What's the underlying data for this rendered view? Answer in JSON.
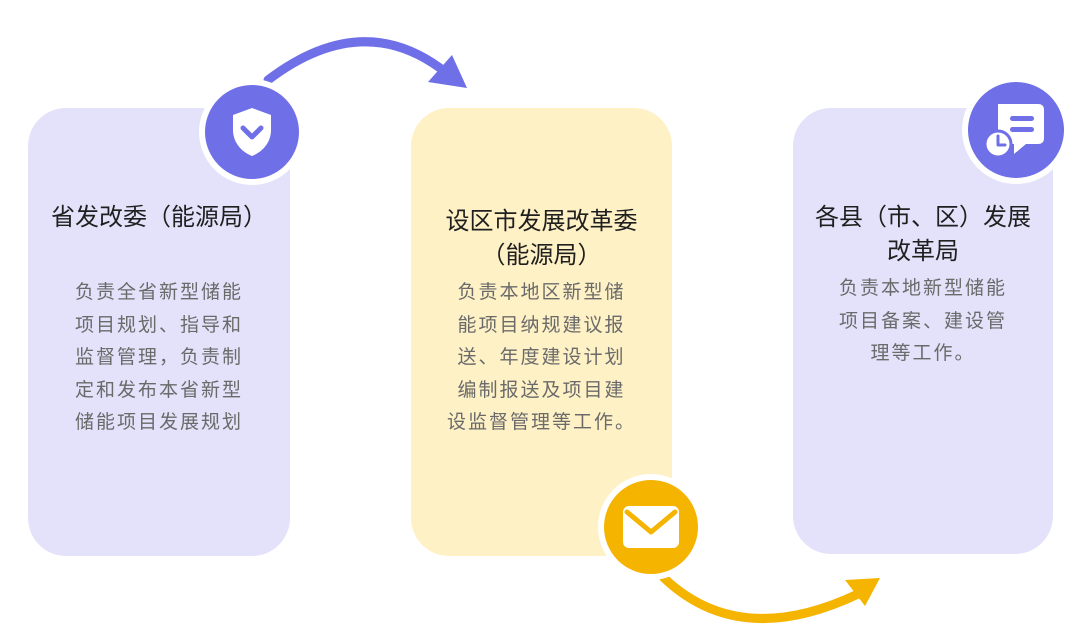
{
  "colors": {
    "card_purple": "#e3e2fa",
    "card_yellow": "#fff1c6",
    "icon_purple": "#6f6fe7",
    "icon_yellow": "#f4b400",
    "arrow_purple": "#6f6fe7",
    "arrow_yellow": "#f4b400"
  },
  "cards": [
    {
      "title": "省发改委（能源局）",
      "body_lines": [
        "负责全省新型储能",
        "项目规划、指导和",
        "监督管理，负责制",
        "定和发布本省新型",
        "储能项目发展规划"
      ],
      "icon": "shield-check-icon"
    },
    {
      "title": "设区市发展改革委\n（能源局）",
      "body_lines": [
        "负责本地区新型储",
        "能项目纳规建议报",
        "送、年度建设计划",
        "编制报送及项目建",
        "设监督管理等工作。"
      ],
      "icon": "envelope-icon"
    },
    {
      "title": "各县（市、区）发展\n改革局",
      "body_lines": [
        "负责本地新型储能",
        "项目备案、建设管",
        "理等工作。"
      ],
      "icon": "chat-clock-icon"
    }
  ]
}
